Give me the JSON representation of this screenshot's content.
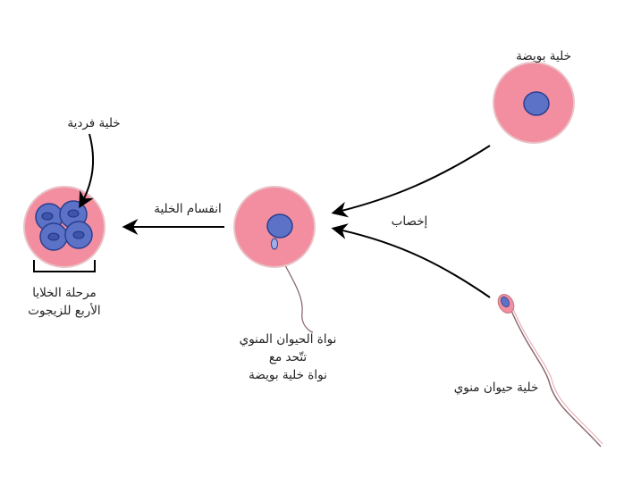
{
  "labels": {
    "egg_cell": "خلية بويضة",
    "single_cell": "خلية فردية",
    "cell_division": "انقسام الخلية",
    "fertilization": "إخصاب",
    "four_cell_stage": [
      "مرحلة الخلايا",
      "الأربع للزيجوت"
    ],
    "nuclei_fuse": [
      "نواة الحيوان المنوي",
      "تتّحد مع",
      "نواة خلية بويضة"
    ],
    "sperm_cell": "خلية حيوان منوي"
  },
  "colors": {
    "cell_fill": "#f28ea0",
    "cell_stroke": "#e9c2c6",
    "nucleus_fill": "#5b72c6",
    "nucleus_stroke": "#2b3f8f",
    "arrow": "#000000",
    "tail": "#8a6a70"
  }
}
